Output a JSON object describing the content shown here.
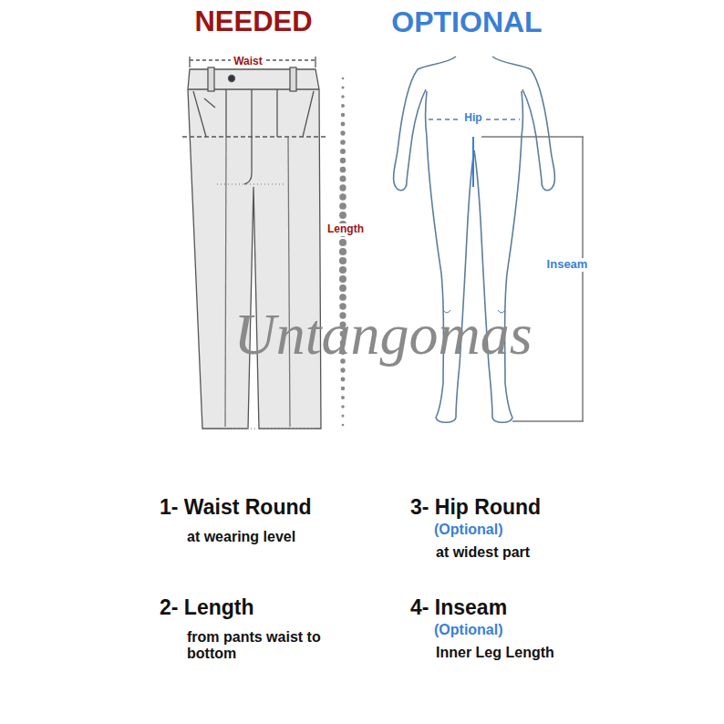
{
  "diagram": {
    "labels": [
      "NEEDED",
      "OPTIONAL",
      "Waist",
      "Length",
      "Hip",
      "Inseam",
      "Untangomas",
      "1- Waist Round",
      "at wearing level",
      "2- Length",
      "from pants waist to bottom",
      "3- Hip Round",
      "(Optional)",
      "at widest part",
      "4- Inseam",
      "(Optional)",
      "Inner Leg Length"
    ]
  }
}
